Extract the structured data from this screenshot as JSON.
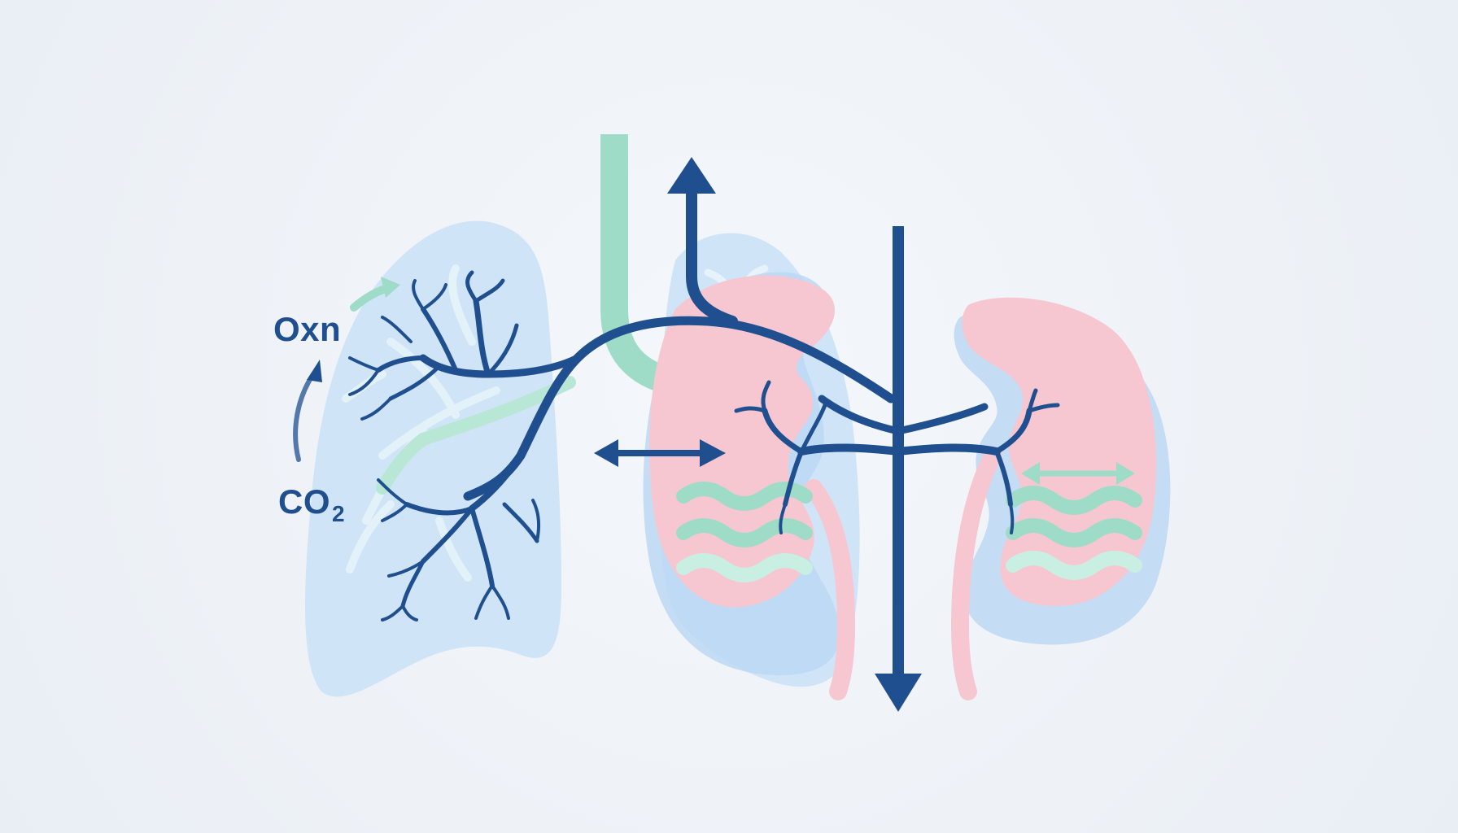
{
  "labels": {
    "oxn": "Oxn",
    "co2_main": "CO",
    "co2_sub": "2"
  },
  "colors": {
    "background": "#eef2f7",
    "navy": "#1f4f8f",
    "lung_fill": "#cfe4f7",
    "kidney_fill": "#f6c7d1",
    "kidney_shadow": "#bcd8f3",
    "mint": "#9fdcc8",
    "mint_light": "#c9efe2"
  },
  "icons": {
    "lung": "lung-icon",
    "kidney": "kidney-icon",
    "arrow": "arrow-icon"
  }
}
